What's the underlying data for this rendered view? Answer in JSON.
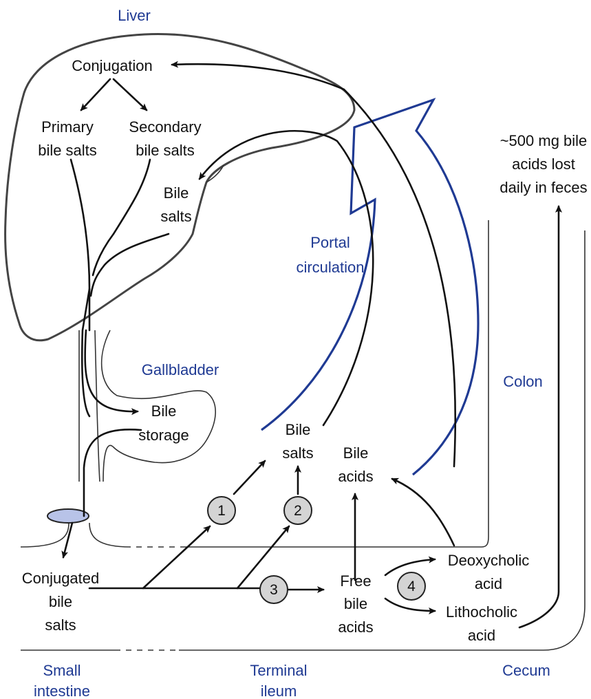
{
  "organs": {
    "liver": "Liver",
    "gallbladder": "Gallbladder",
    "portal": [
      "Portal",
      "circulation"
    ],
    "colon": "Colon",
    "small_intestine": [
      "Small",
      "intestine"
    ],
    "terminal_ileum": [
      "Terminal",
      "ileum"
    ],
    "cecum": "Cecum"
  },
  "liver_labels": {
    "conjugation": "Conjugation",
    "primary": [
      "Primary",
      "bile salts"
    ],
    "secondary": [
      "Secondary",
      "bile salts"
    ],
    "bile_salts": [
      "Bile",
      "salts"
    ]
  },
  "gallbladder_labels": {
    "storage": [
      "Bile",
      "storage"
    ]
  },
  "intestine_labels": {
    "conjugated": [
      "Conjugated",
      "bile",
      "salts"
    ],
    "bile_salts": [
      "Bile",
      "salts"
    ],
    "bile_acids": [
      "Bile",
      "acids"
    ],
    "free_bile_acids": [
      "Free",
      "bile",
      "acids"
    ],
    "deoxycholic": [
      "Deoxycholic",
      "acid"
    ],
    "lithocholic": [
      "Lithocholic",
      "acid"
    ]
  },
  "feces_note": [
    "~500 mg bile",
    "acids lost",
    "daily in feces"
  ],
  "steps": [
    "1",
    "2",
    "3",
    "4"
  ],
  "colors": {
    "organ_label": "#1f3a93",
    "portal": "#1f3a93",
    "step_fill": "#d4d4d4",
    "sphincter": "#b8c3e8"
  }
}
